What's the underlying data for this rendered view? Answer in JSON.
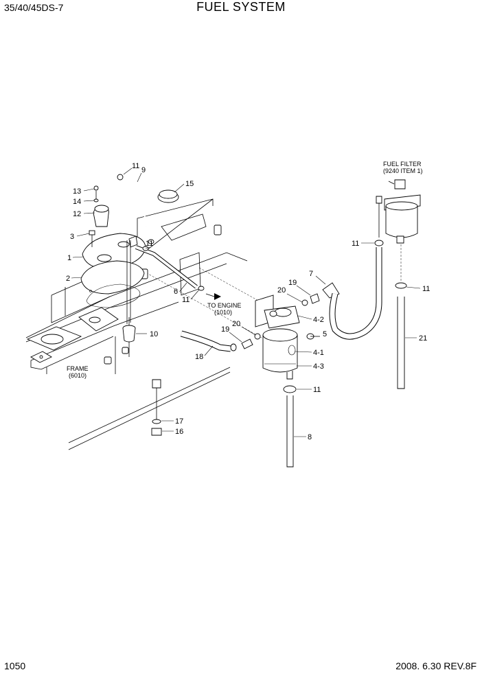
{
  "header": {
    "model": "35/40/45DS-7",
    "title": "FUEL SYSTEM"
  },
  "footer": {
    "page_number": "1050",
    "date_revision": "2008. 6.30  REV.8F"
  },
  "notes": {
    "fuel_filter_line1": "FUEL FILTER",
    "fuel_filter_line2": "(9240 ITEM 1)",
    "to_engine_line1": "TO ENGINE",
    "to_engine_line2": "(1010)",
    "frame_line1": "FRAME",
    "frame_line2": "(6010)"
  },
  "callouts": {
    "c11_top": "11",
    "c9": "9",
    "c15": "15",
    "c13": "13",
    "c14": "14",
    "c12": "12",
    "c3": "3",
    "c1": "1",
    "c2": "2",
    "c11_mid": "11",
    "c6": "6",
    "c11_low": "11",
    "c10": "10",
    "c18": "18",
    "c19_a": "19",
    "c20_a": "20",
    "c19_b": "19",
    "c20_b": "20",
    "c7": "7",
    "c4_2": "4-2",
    "c5": "5",
    "c4_1": "4-1",
    "c4_3": "4-3",
    "c11_filter": "11",
    "c8": "8",
    "c17": "17",
    "c16": "16",
    "c11_right_top": "11",
    "c11_right_mid": "11",
    "c21": "21"
  }
}
